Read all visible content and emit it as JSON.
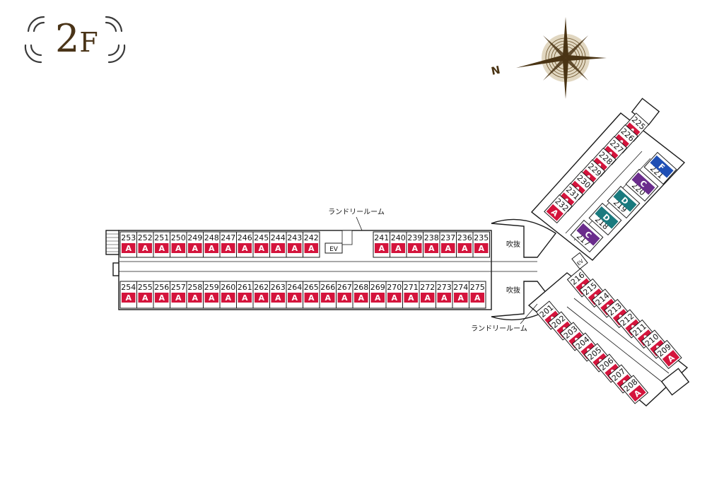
{
  "floor": {
    "number": "2",
    "suffix": "F"
  },
  "compass": {
    "north_label": "N",
    "color": "#5a3e1b"
  },
  "colors": {
    "type_a": "#d4143c",
    "type_c": "#6a2c8c",
    "type_d": "#1a7a7e",
    "type_f": "#1f4fb4",
    "line": "#1a1a1a"
  },
  "labels": {
    "laundry": "ランドリールーム",
    "atrium": "吹抜",
    "elevator": "EV"
  },
  "west_north_row": [
    {
      "num": "253",
      "type": "A"
    },
    {
      "num": "252",
      "type": "A"
    },
    {
      "num": "251",
      "type": "A"
    },
    {
      "num": "250",
      "type": "A"
    },
    {
      "num": "249",
      "type": "A"
    },
    {
      "num": "248",
      "type": "A"
    },
    {
      "num": "247",
      "type": "A"
    },
    {
      "num": "246",
      "type": "A"
    },
    {
      "num": "245",
      "type": "A"
    },
    {
      "num": "244",
      "type": "A"
    },
    {
      "num": "243",
      "type": "A"
    },
    {
      "num": "242",
      "type": "A"
    }
  ],
  "west_north_row_east": [
    {
      "num": "241",
      "type": "A"
    },
    {
      "num": "240",
      "type": "A"
    },
    {
      "num": "239",
      "type": "A"
    },
    {
      "num": "238",
      "type": "A"
    },
    {
      "num": "237",
      "type": "A"
    },
    {
      "num": "236",
      "type": "A"
    },
    {
      "num": "235",
      "type": "A"
    }
  ],
  "west_south_row": [
    {
      "num": "254",
      "type": "A"
    },
    {
      "num": "255",
      "type": "A"
    },
    {
      "num": "256",
      "type": "A"
    },
    {
      "num": "257",
      "type": "A"
    },
    {
      "num": "258",
      "type": "A"
    },
    {
      "num": "259",
      "type": "A"
    },
    {
      "num": "260",
      "type": "A"
    },
    {
      "num": "261",
      "type": "A"
    },
    {
      "num": "262",
      "type": "A"
    },
    {
      "num": "263",
      "type": "A"
    },
    {
      "num": "264",
      "type": "A"
    },
    {
      "num": "265",
      "type": "A"
    },
    {
      "num": "266",
      "type": "A"
    },
    {
      "num": "267",
      "type": "A"
    },
    {
      "num": "268",
      "type": "A"
    },
    {
      "num": "269",
      "type": "A"
    },
    {
      "num": "270",
      "type": "A"
    },
    {
      "num": "271",
      "type": "A"
    },
    {
      "num": "272",
      "type": "A"
    },
    {
      "num": "273",
      "type": "A"
    },
    {
      "num": "274",
      "type": "A"
    },
    {
      "num": "275",
      "type": "A"
    }
  ],
  "ne_outer_row": [
    {
      "num": "225",
      "type": "A"
    },
    {
      "num": "226",
      "type": "A"
    },
    {
      "num": "227",
      "type": "A"
    },
    {
      "num": "228",
      "type": "A"
    },
    {
      "num": "229",
      "type": "A"
    },
    {
      "num": "230",
      "type": "A"
    },
    {
      "num": "231",
      "type": "A"
    },
    {
      "num": "232",
      "type": "A"
    }
  ],
  "ne_inner_row": [
    {
      "num": "221",
      "type": "F"
    },
    {
      "num": "220",
      "type": "C"
    },
    {
      "num": "219",
      "type": "D"
    },
    {
      "num": "218",
      "type": "D"
    },
    {
      "num": "217",
      "type": "C"
    }
  ],
  "se_inner_row": [
    {
      "num": "216",
      "type": "A"
    },
    {
      "num": "215",
      "type": "A"
    },
    {
      "num": "214",
      "type": "A"
    },
    {
      "num": "213",
      "type": "A"
    },
    {
      "num": "212",
      "type": "A"
    },
    {
      "num": "211",
      "type": "A"
    },
    {
      "num": "210",
      "type": "A"
    },
    {
      "num": "209",
      "type": "A"
    }
  ],
  "se_outer_row": [
    {
      "num": "201",
      "type": "A"
    },
    {
      "num": "202",
      "type": "A"
    },
    {
      "num": "203",
      "type": "A"
    },
    {
      "num": "204",
      "type": "A"
    },
    {
      "num": "205",
      "type": "A"
    },
    {
      "num": "206",
      "type": "A"
    },
    {
      "num": "207",
      "type": "A"
    },
    {
      "num": "208",
      "type": "A"
    }
  ]
}
